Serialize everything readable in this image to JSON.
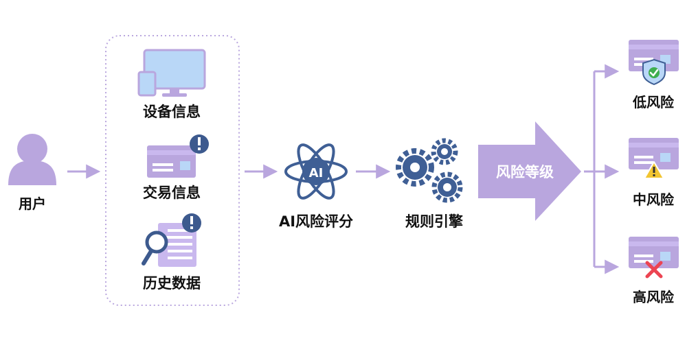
{
  "user": {
    "label": "用户"
  },
  "inputs": {
    "device": {
      "label": "设备信息"
    },
    "transaction": {
      "label": "交易信息"
    },
    "history": {
      "label": "历史数据"
    }
  },
  "ai_scoring": {
    "label": "AI风险评分",
    "icon_text": "AI"
  },
  "rules_engine": {
    "label": "规则引擎"
  },
  "risk_grading": {
    "label": "风险等级"
  },
  "outcomes": {
    "low": {
      "label": "低风险"
    },
    "medium": {
      "label": "中风险"
    },
    "high": {
      "label": "高风险"
    }
  },
  "colors": {
    "purple": "#b9a6de",
    "light_purple": "#c9b8ee",
    "light_blue": "#b9d7f7",
    "dark_blue": "#3f5f95",
    "alert": "#3d5a8e",
    "green": "#3fae4f",
    "yellow": "#f2c531",
    "red": "#ec4452"
  },
  "icons": {
    "user": "user-icon",
    "device": "devices-icon",
    "transaction": "credit-card-alert-icon",
    "history": "document-search-icon",
    "ai": "atom-ai-icon",
    "rules": "gears-icon",
    "low": "card-shield-check-icon",
    "medium": "card-warning-icon",
    "high": "card-x-icon"
  }
}
